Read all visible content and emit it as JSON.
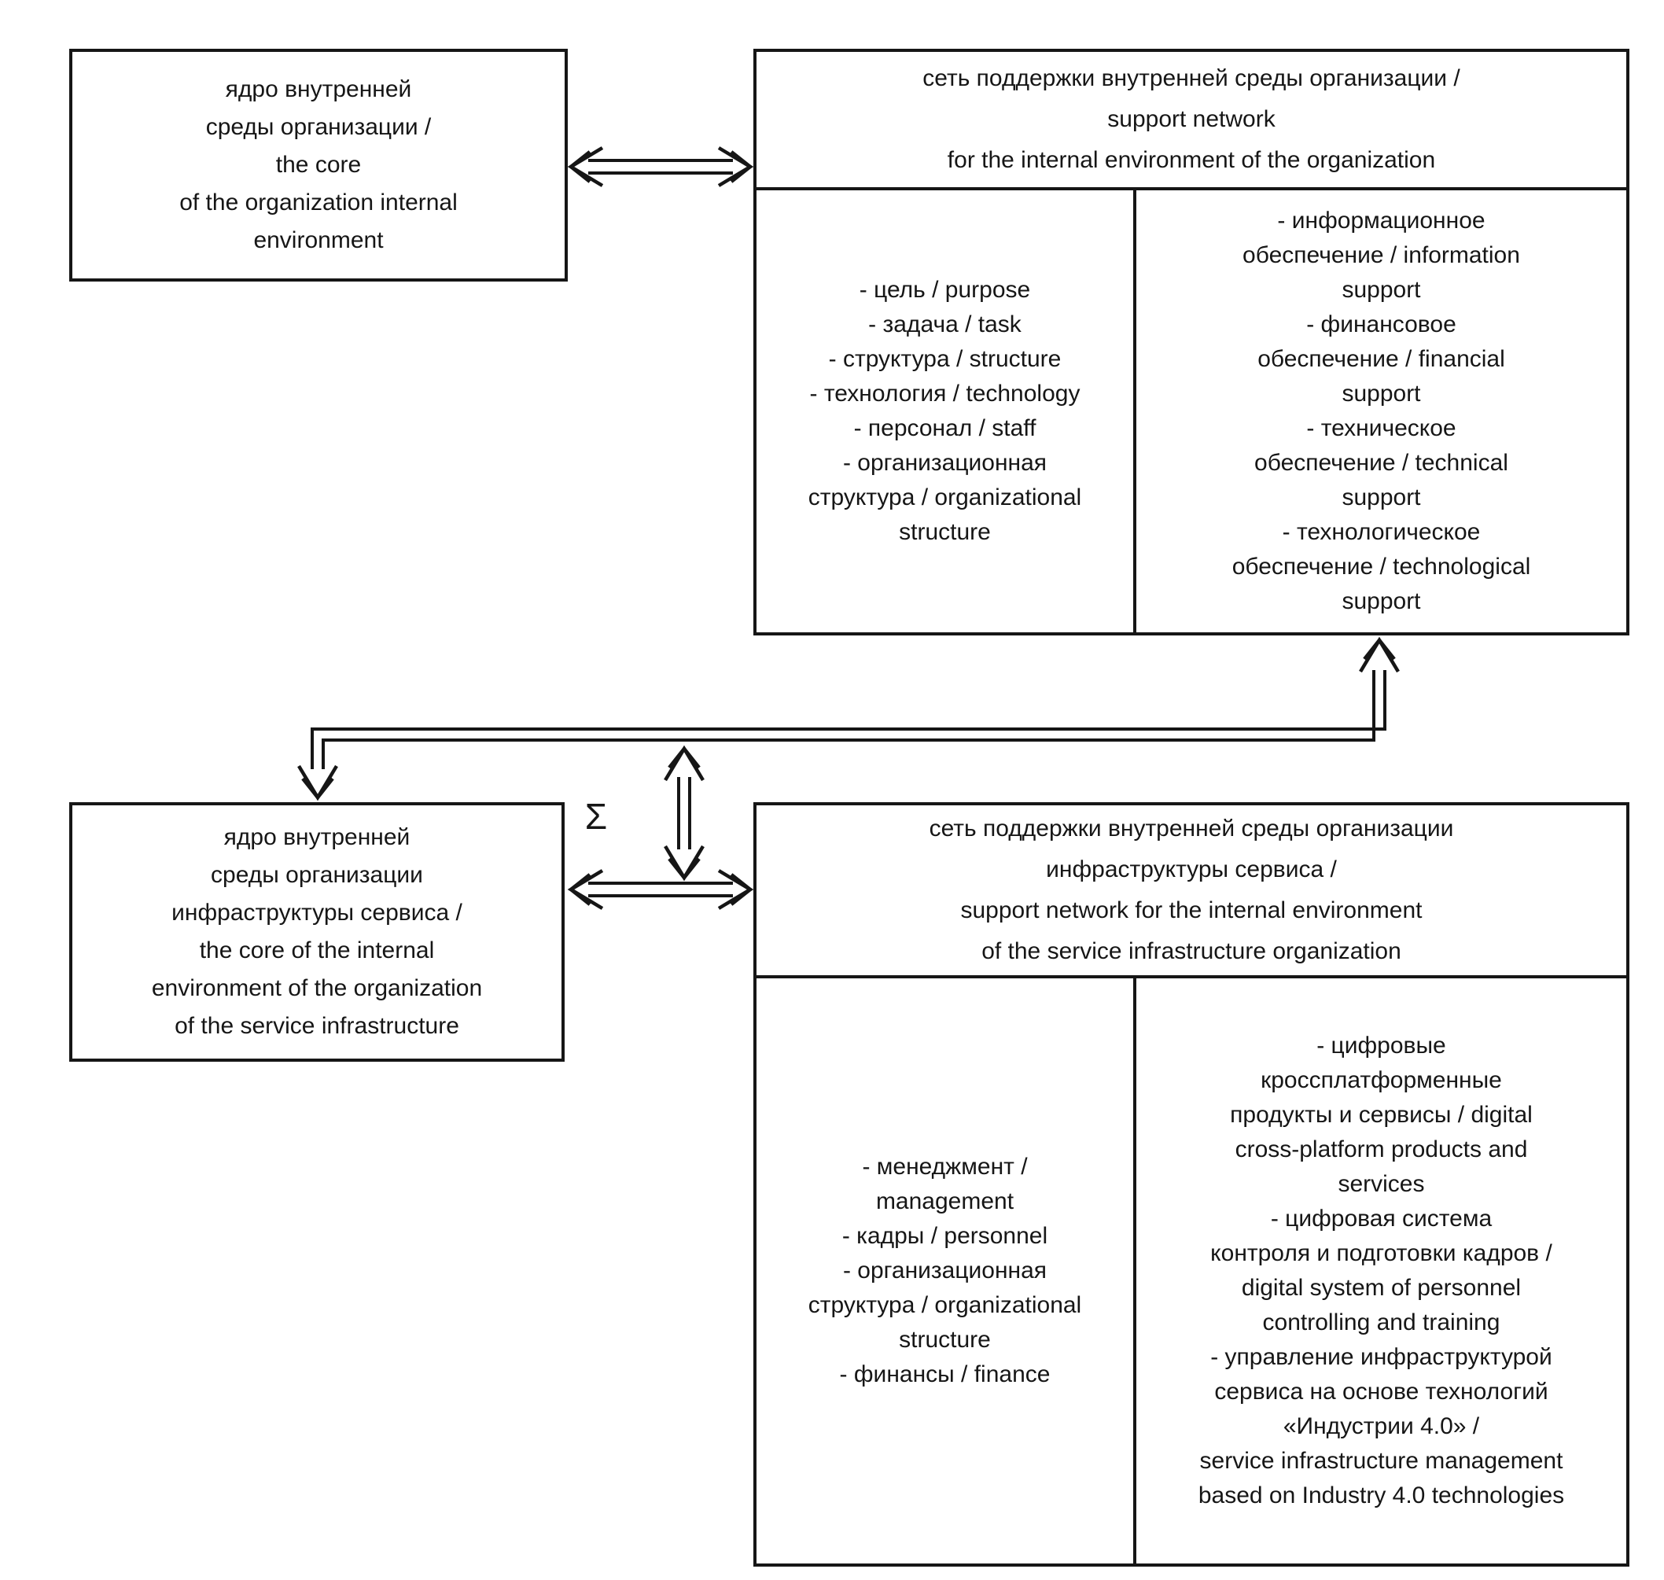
{
  "diagram": {
    "sigma": "Σ",
    "boxes": {
      "core_org": {
        "title": "ядро внутренней\nсреды организации /\nthe core\nof the organization internal\nenvironment"
      },
      "support_org": {
        "title": "сеть поддержки внутренней среды организации /\nsupport network\nfor the internal environment of the organization",
        "left_items": "- цель / purpose\n- задача / task\n- структура / structure\n- технология / technology\n- персонал / staff\n- организационная\nструктура / organizational\nstructure",
        "right_items": "- информационное\nобеспечение / information\nsupport\n- финансовое\nобеспечение / financial\nsupport\n- техническое\nобеспечение / technical\nsupport\n- технологическое\nобеспечение / technological\nsupport"
      },
      "core_service": {
        "title": "ядро внутренней\nсреды организации\nинфраструктуры сервиса /\nthe core of the internal\nenvironment of the organization\nof the service infrastructure"
      },
      "support_service": {
        "title": "сеть поддержки внутренней среды организации\nинфраструктуры сервиса /\nsupport network for the internal environment\nof the service infrastructure organization",
        "left_items": "- менеджмент /\nmanagement\n- кадры / personnel\n- организационная\nструктура / organizational\nstructure\n- финансы / finance",
        "right_items": "- цифровые\nкроссплатформенные\nпродукты и сервисы / digital\ncross-platform products and\nservices\n- цифровая система\nконтроля и подготовки кадров /\ndigital system of personnel\ncontrolling and training\n- управление инфраструктурой\nсервиса на основе технологий\n«Индустрии 4.0» /\nservice infrastructure management\nbased on Industry 4.0 technologies"
      }
    }
  }
}
